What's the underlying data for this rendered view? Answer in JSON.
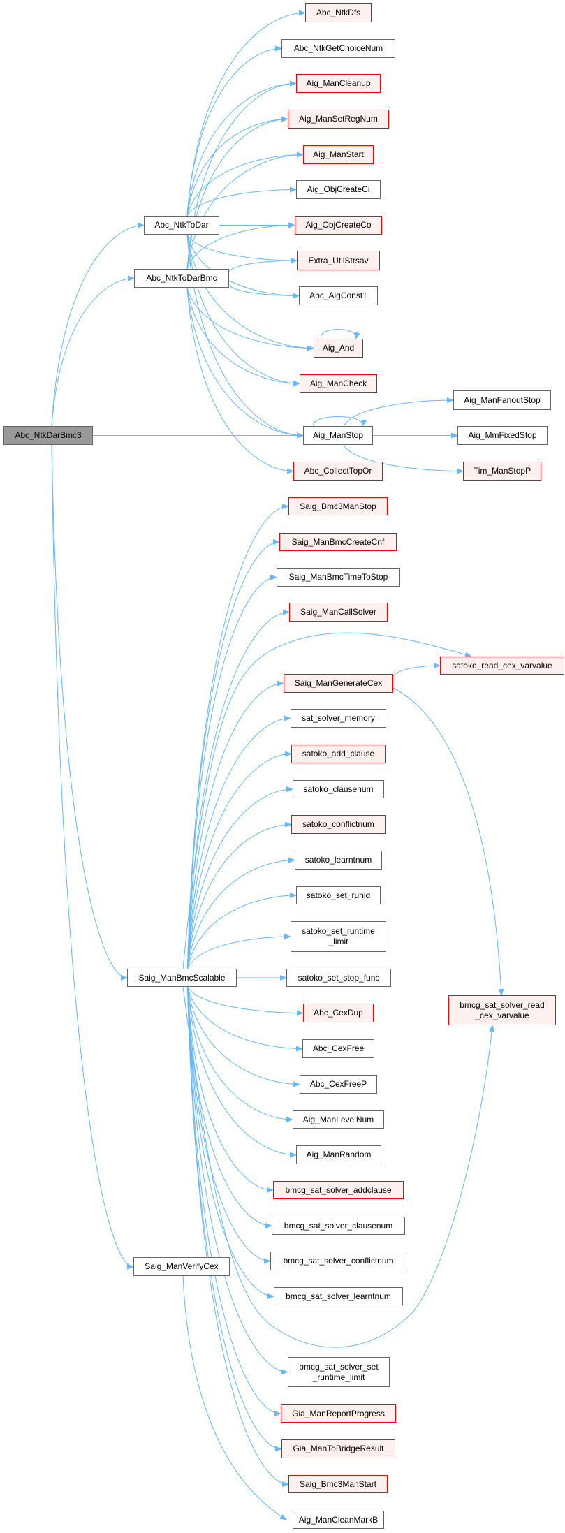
{
  "colors": {
    "edge": "#63b8ff",
    "red_border": "#ff0000",
    "red_fill": "#fff0f0",
    "plain_border": "#666666",
    "root_fill": "#999999"
  },
  "nodes": [
    {
      "id": "root",
      "label": "Abc_NtkDarBmc3",
      "style": "root"
    },
    {
      "id": "todar",
      "label": "Abc_NtkToDar",
      "style": "plain"
    },
    {
      "id": "todarbmc",
      "label": "Abc_NtkToDarBmc",
      "style": "plain"
    },
    {
      "id": "scalable",
      "label": "Saig_ManBmcScalable",
      "style": "plain"
    },
    {
      "id": "verify",
      "label": "Saig_ManVerifyCex",
      "style": "plain"
    },
    {
      "id": "ntkdfs",
      "label": "Abc_NtkDfs",
      "style": "red"
    },
    {
      "id": "choice",
      "label": "Abc_NtkGetChoiceNum",
      "style": "plain"
    },
    {
      "id": "cleanup",
      "label": "Aig_ManCleanup",
      "style": "red"
    },
    {
      "id": "setreg",
      "label": "Aig_ManSetRegNum",
      "style": "red"
    },
    {
      "id": "manstart",
      "label": "Aig_ManStart",
      "style": "red"
    },
    {
      "id": "createci",
      "label": "Aig_ObjCreateCi",
      "style": "plain"
    },
    {
      "id": "createco",
      "label": "Aig_ObjCreateCo",
      "style": "red"
    },
    {
      "id": "strsav",
      "label": "Extra_UtilStrsav",
      "style": "red"
    },
    {
      "id": "const1",
      "label": "Abc_AigConst1",
      "style": "plain"
    },
    {
      "id": "and",
      "label": "Aig_And",
      "style": "red"
    },
    {
      "id": "mancheck",
      "label": "Aig_ManCheck",
      "style": "red"
    },
    {
      "id": "manstop",
      "label": "Aig_ManStop",
      "style": "plain"
    },
    {
      "id": "topor",
      "label": "Abc_CollectTopOr",
      "style": "red"
    },
    {
      "id": "fanoutstop",
      "label": "Aig_ManFanoutStop",
      "style": "plain"
    },
    {
      "id": "mmfixed",
      "label": "Aig_MmFixedStop",
      "style": "plain"
    },
    {
      "id": "timstop",
      "label": "Tim_ManStopP",
      "style": "red"
    },
    {
      "id": "bmc3stop",
      "label": "Saig_Bmc3ManStop",
      "style": "red"
    },
    {
      "id": "createcnf",
      "label": "Saig_ManBmcCreateCnf",
      "style": "red"
    },
    {
      "id": "timetostop",
      "label": "Saig_ManBmcTimeToStop",
      "style": "plain"
    },
    {
      "id": "callsolver",
      "label": "Saig_ManCallSolver",
      "style": "red"
    },
    {
      "id": "satread",
      "label": "satoko_read_cex_varvalue",
      "style": "red"
    },
    {
      "id": "gencex",
      "label": "Saig_ManGenerateCex",
      "style": "red"
    },
    {
      "id": "satmem",
      "label": "sat_solver_memory",
      "style": "plain"
    },
    {
      "id": "addclause",
      "label": "satoko_add_clause",
      "style": "red"
    },
    {
      "id": "clausenum",
      "label": "satoko_clausenum",
      "style": "plain"
    },
    {
      "id": "conflictnum",
      "label": "satoko_conflictnum",
      "style": "red"
    },
    {
      "id": "learntnum",
      "label": "satoko_learntnum",
      "style": "plain"
    },
    {
      "id": "runid",
      "label": "satoko_set_runid",
      "style": "plain"
    },
    {
      "id": "runtime",
      "label": "satoko_set_runtime\n_limit",
      "style": "plain"
    },
    {
      "id": "stopfunc",
      "label": "satoko_set_stop_func",
      "style": "plain"
    },
    {
      "id": "cexdup",
      "label": "Abc_CexDup",
      "style": "red"
    },
    {
      "id": "bmcgread",
      "label": "bmcg_sat_solver_read\n_cex_varvalue",
      "style": "red"
    },
    {
      "id": "cexfree",
      "label": "Abc_CexFree",
      "style": "plain"
    },
    {
      "id": "cexfreep",
      "label": "Abc_CexFreeP",
      "style": "plain"
    },
    {
      "id": "levelnum",
      "label": "Aig_ManLevelNum",
      "style": "plain"
    },
    {
      "id": "random",
      "label": "Aig_ManRandom",
      "style": "plain"
    },
    {
      "id": "baddclause",
      "label": "bmcg_sat_solver_addclause",
      "style": "red"
    },
    {
      "id": "bclausenum",
      "label": "bmcg_sat_solver_clausenum",
      "style": "plain"
    },
    {
      "id": "bconflictnum",
      "label": "bmcg_sat_solver_conflictnum",
      "style": "plain"
    },
    {
      "id": "blearntnum",
      "label": "bmcg_sat_solver_learntnum",
      "style": "plain"
    },
    {
      "id": "bruntime",
      "label": "bmcg_sat_solver_set\n_runtime_limit",
      "style": "plain"
    },
    {
      "id": "progress",
      "label": "Gia_ManReportProgress",
      "style": "red"
    },
    {
      "id": "bridge",
      "label": "Gia_ManToBridgeResult",
      "style": "red"
    },
    {
      "id": "bmc3start",
      "label": "Saig_Bmc3ManStart",
      "style": "red"
    },
    {
      "id": "cleanmarkb",
      "label": "Aig_ManCleanMarkB",
      "style": "plain"
    }
  ],
  "edges": [
    [
      "root",
      "todar"
    ],
    [
      "root",
      "todarbmc"
    ],
    [
      "root",
      "manstop"
    ],
    [
      "root",
      "scalable"
    ],
    [
      "root",
      "verify"
    ],
    [
      "todar",
      "ntkdfs"
    ],
    [
      "todar",
      "choice"
    ],
    [
      "todar",
      "cleanup"
    ],
    [
      "todar",
      "setreg"
    ],
    [
      "todar",
      "manstart"
    ],
    [
      "todar",
      "createci"
    ],
    [
      "todar",
      "createco"
    ],
    [
      "todar",
      "strsav"
    ],
    [
      "todar",
      "const1"
    ],
    [
      "todar",
      "and"
    ],
    [
      "todar",
      "mancheck"
    ],
    [
      "todar",
      "manstop"
    ],
    [
      "todarbmc",
      "cleanup"
    ],
    [
      "todarbmc",
      "setreg"
    ],
    [
      "todarbmc",
      "manstart"
    ],
    [
      "todarbmc",
      "createco"
    ],
    [
      "todarbmc",
      "strsav"
    ],
    [
      "todarbmc",
      "const1"
    ],
    [
      "todarbmc",
      "and"
    ],
    [
      "todarbmc",
      "mancheck"
    ],
    [
      "todarbmc",
      "manstop"
    ],
    [
      "todarbmc",
      "topor"
    ],
    [
      "and",
      "and"
    ],
    [
      "manstop",
      "manstop"
    ],
    [
      "manstop",
      "fanoutstop"
    ],
    [
      "manstop",
      "mmfixed"
    ],
    [
      "manstop",
      "timstop"
    ],
    [
      "scalable",
      "bmc3stop"
    ],
    [
      "scalable",
      "createcnf"
    ],
    [
      "scalable",
      "timetostop"
    ],
    [
      "scalable",
      "callsolver"
    ],
    [
      "scalable",
      "satread"
    ],
    [
      "scalable",
      "gencex"
    ],
    [
      "scalable",
      "satmem"
    ],
    [
      "scalable",
      "addclause"
    ],
    [
      "scalable",
      "clausenum"
    ],
    [
      "scalable",
      "conflictnum"
    ],
    [
      "scalable",
      "learntnum"
    ],
    [
      "scalable",
      "runid"
    ],
    [
      "scalable",
      "runtime"
    ],
    [
      "scalable",
      "stopfunc"
    ],
    [
      "scalable",
      "cexdup"
    ],
    [
      "scalable",
      "cexfree"
    ],
    [
      "scalable",
      "cexfreep"
    ],
    [
      "scalable",
      "levelnum"
    ],
    [
      "scalable",
      "random"
    ],
    [
      "scalable",
      "baddclause"
    ],
    [
      "scalable",
      "bclausenum"
    ],
    [
      "scalable",
      "bconflictnum"
    ],
    [
      "scalable",
      "blearntnum"
    ],
    [
      "scalable",
      "bmcgread"
    ],
    [
      "scalable",
      "bruntime"
    ],
    [
      "scalable",
      "progress"
    ],
    [
      "scalable",
      "bridge"
    ],
    [
      "scalable",
      "bmc3start"
    ],
    [
      "gencex",
      "satread"
    ],
    [
      "gencex",
      "bmcgread"
    ],
    [
      "verify",
      "cleanmarkb"
    ]
  ]
}
